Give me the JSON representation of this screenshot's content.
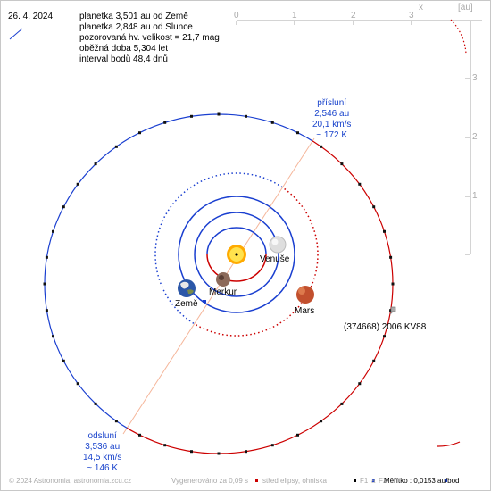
{
  "header": {
    "date": "26. 4. 2024",
    "lines": [
      "planetka 3,501 au od Země",
      "planetka 2,848 au od Slunce",
      "pozorovaná hv. velikost = 21,7 mag",
      "oběžná doba 5,304 let",
      "interval bodů 48,4 dnů"
    ]
  },
  "perihelion": {
    "title": "přísluní",
    "distance": "2,546 au",
    "speed": "20,1 km/s",
    "temperature": "~ 172 K"
  },
  "aphelion": {
    "title": "odsluní",
    "distance": "3,536 au",
    "speed": "14,5 km/s",
    "temperature": "~ 146 K"
  },
  "planets": {
    "venus": "Venuše",
    "mercury": "Merkur",
    "earth": "Země",
    "mars": "Mars"
  },
  "asteroid_label": "(374668) 2006 KV88",
  "axes": {
    "x_ticks": [
      "0",
      "1",
      "2",
      "3"
    ],
    "x_label": "x",
    "unit": "[au]",
    "y_ticks": [
      "3",
      "2",
      "1"
    ]
  },
  "footer": {
    "copyright": "© 2024 Astronomia, astronomia.zcu.cz",
    "generated": "Vygenerováno za 0,09 s",
    "legend_center": "střed elipsy, ohniska",
    "f1": "F1",
    "a": "a",
    "f2": "F2",
    "scale": "Měřítko : 0,0153 au/bod"
  },
  "colors": {
    "orbit_blue": "#1a3fd0",
    "orbit_red": "#cc0000",
    "grid": "#aaaaaa",
    "apsides_line": "#f5b69a",
    "sun": "#ffcc00"
  }
}
